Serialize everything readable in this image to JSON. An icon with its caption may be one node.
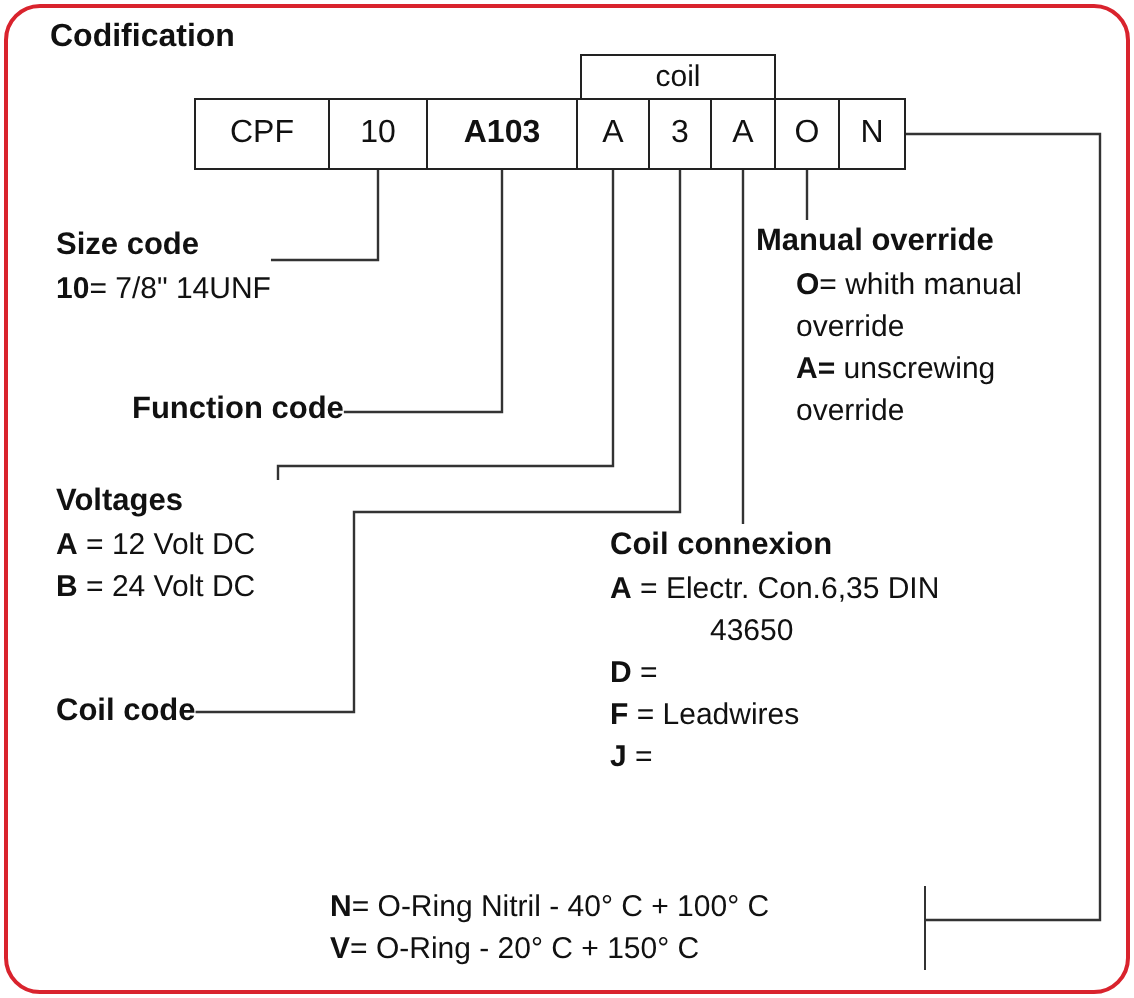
{
  "diagram": {
    "title": "Codification",
    "nodes": [
      {
        "text": [
          "CPF"
        ]
      },
      {
        "text": [
          "10"
        ]
      },
      {
        "text": [
          "A103"
        ]
      },
      {
        "text": [
          "A"
        ]
      },
      {
        "text": [
          "3"
        ]
      },
      {
        "text": [
          "A"
        ]
      },
      {
        "text": [
          "O"
        ]
      },
      {
        "text": [
          "N"
        ]
      },
      {
        "text": [
          "coil"
        ]
      },
      {
        "text": [
          "Size code",
          "**10**= 7/8\" 14UNF"
        ]
      },
      {
        "text": [
          "Function code"
        ]
      },
      {
        "text": [
          "Voltages",
          "**A** = 12 Volt DC",
          "**B** = 24 Volt DC"
        ]
      },
      {
        "text": [
          "Coil code"
        ]
      },
      {
        "text": [
          "Manual override",
          "**O**= whith manual override",
          "**A=** unscrewing override"
        ]
      },
      {
        "text": [
          "Coil connexion",
          "**A** = Electr. Con.6,35 DIN 43650",
          "**D** =",
          "**F** = Leadwires",
          "**J** ="
        ]
      },
      {
        "text": [
          "**N**= O-Ring Nitril - 40° C + 100° C",
          "**V**= O-Ring - 20° C + 150° C"
        ]
      }
    ],
    "edges": [
      {
        "from": 1,
        "to": 9,
        "arrow": "none"
      },
      {
        "from": 2,
        "to": 10,
        "arrow": "none"
      },
      {
        "from": 3,
        "to": 11,
        "arrow": "none"
      },
      {
        "from": 4,
        "to": 12,
        "arrow": "none"
      },
      {
        "from": 6,
        "to": 13,
        "arrow": "none"
      },
      {
        "from": 5,
        "to": 14,
        "arrow": "none"
      },
      {
        "from": 7,
        "to": 15,
        "arrow": "none"
      }
    ]
  }
}
